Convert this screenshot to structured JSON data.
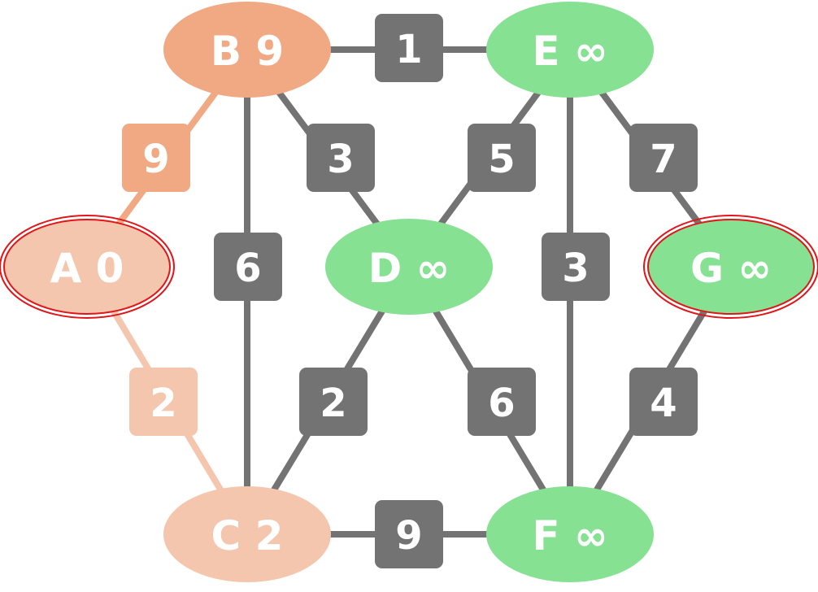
{
  "colors": {
    "source_fill": "#F5C6AE",
    "visited_fill": "#F0A982",
    "unvisited_fill": "#86E193",
    "edge_default": "#737373",
    "edge_to_source": "#F5C6AE",
    "edge_to_visited": "#F0A982",
    "target_ring": "#E0161A"
  },
  "nodes": [
    {
      "id": "A",
      "label": "A 0",
      "state": "source",
      "ringed": true
    },
    {
      "id": "B",
      "label": "B 9",
      "state": "visited",
      "ringed": false
    },
    {
      "id": "C",
      "label": "C 2",
      "state": "source",
      "ringed": false
    },
    {
      "id": "D",
      "label": "D ∞",
      "state": "unvisited",
      "ringed": false
    },
    {
      "id": "E",
      "label": "E ∞",
      "state": "unvisited",
      "ringed": false
    },
    {
      "id": "F",
      "label": "F ∞",
      "state": "unvisited",
      "ringed": false
    },
    {
      "id": "G",
      "label": "G ∞",
      "state": "unvisited",
      "ringed": true
    }
  ],
  "edges": [
    {
      "from": "A",
      "to": "B",
      "weight": "9",
      "highlight": "visited"
    },
    {
      "from": "A",
      "to": "C",
      "weight": "2",
      "highlight": "source"
    },
    {
      "from": "B",
      "to": "E",
      "weight": "1",
      "highlight": "none"
    },
    {
      "from": "B",
      "to": "C",
      "weight": "6",
      "highlight": "none"
    },
    {
      "from": "B",
      "to": "D",
      "weight": "3",
      "highlight": "none"
    },
    {
      "from": "C",
      "to": "D",
      "weight": "2",
      "highlight": "none"
    },
    {
      "from": "C",
      "to": "F",
      "weight": "9",
      "highlight": "none"
    },
    {
      "from": "D",
      "to": "E",
      "weight": "5",
      "highlight": "none"
    },
    {
      "from": "D",
      "to": "F",
      "weight": "6",
      "highlight": "none"
    },
    {
      "from": "E",
      "to": "F",
      "weight": "3",
      "highlight": "none"
    },
    {
      "from": "E",
      "to": "G",
      "weight": "7",
      "highlight": "none"
    },
    {
      "from": "F",
      "to": "G",
      "weight": "4",
      "highlight": "none"
    }
  ]
}
